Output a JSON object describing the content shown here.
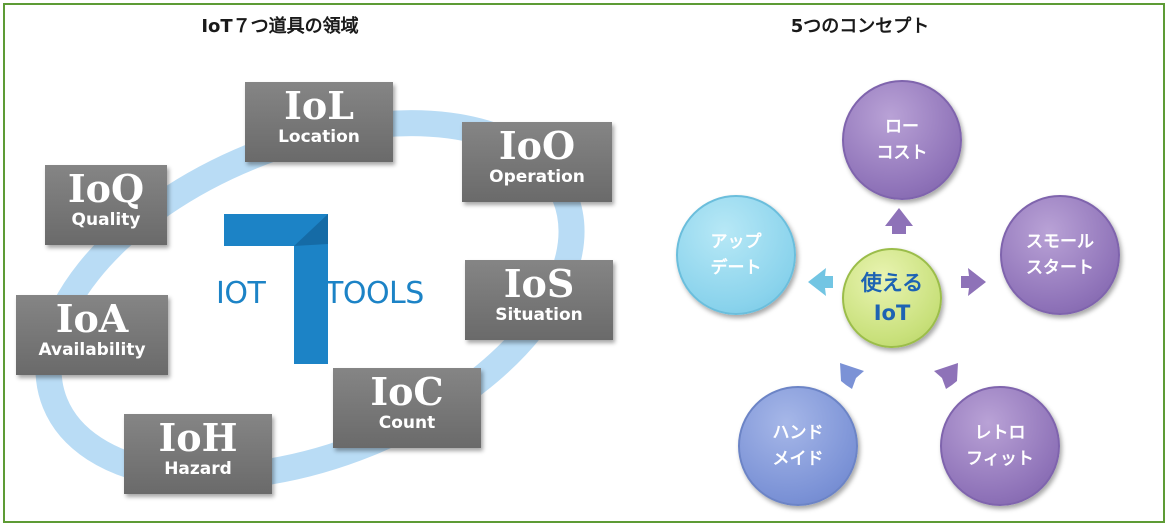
{
  "left_panel": {
    "title": "IoT７つ道具の領域",
    "logo": {
      "left_text": "IOT",
      "numeral": "7",
      "right_text": "TOOLS"
    },
    "tools": [
      {
        "code": "IoL",
        "name": "Location"
      },
      {
        "code": "IoO",
        "name": "Operation"
      },
      {
        "code": "IoQ",
        "name": "Quality"
      },
      {
        "code": "IoS",
        "name": "Situation"
      },
      {
        "code": "IoA",
        "name": "Availability"
      },
      {
        "code": "IoC",
        "name": "Count"
      },
      {
        "code": "IoH",
        "name": "Hazard"
      }
    ]
  },
  "right_panel": {
    "title": "5つのコンセプト",
    "center": {
      "line1": "使える",
      "line2": "IoT"
    },
    "concepts": [
      {
        "line1": "ロー",
        "line2": "コスト"
      },
      {
        "line1": "スモール",
        "line2": "スタート"
      },
      {
        "line1": "レトロ",
        "line2": "フィット"
      },
      {
        "line1": "ハンド",
        "line2": "メイド"
      },
      {
        "line1": "アップ",
        "line2": "デート"
      }
    ]
  },
  "colors": {
    "border": "#5d9b35",
    "ring": "#b9dcf5",
    "logo_blue": "#1c83c6",
    "tool_box": "#777777",
    "concept_purple": "#8e72b8",
    "concept_blue": "#7b92d6",
    "concept_cyan": "#8ad3ec",
    "center_green": "#c8e07a",
    "center_text": "#1d63b3"
  }
}
